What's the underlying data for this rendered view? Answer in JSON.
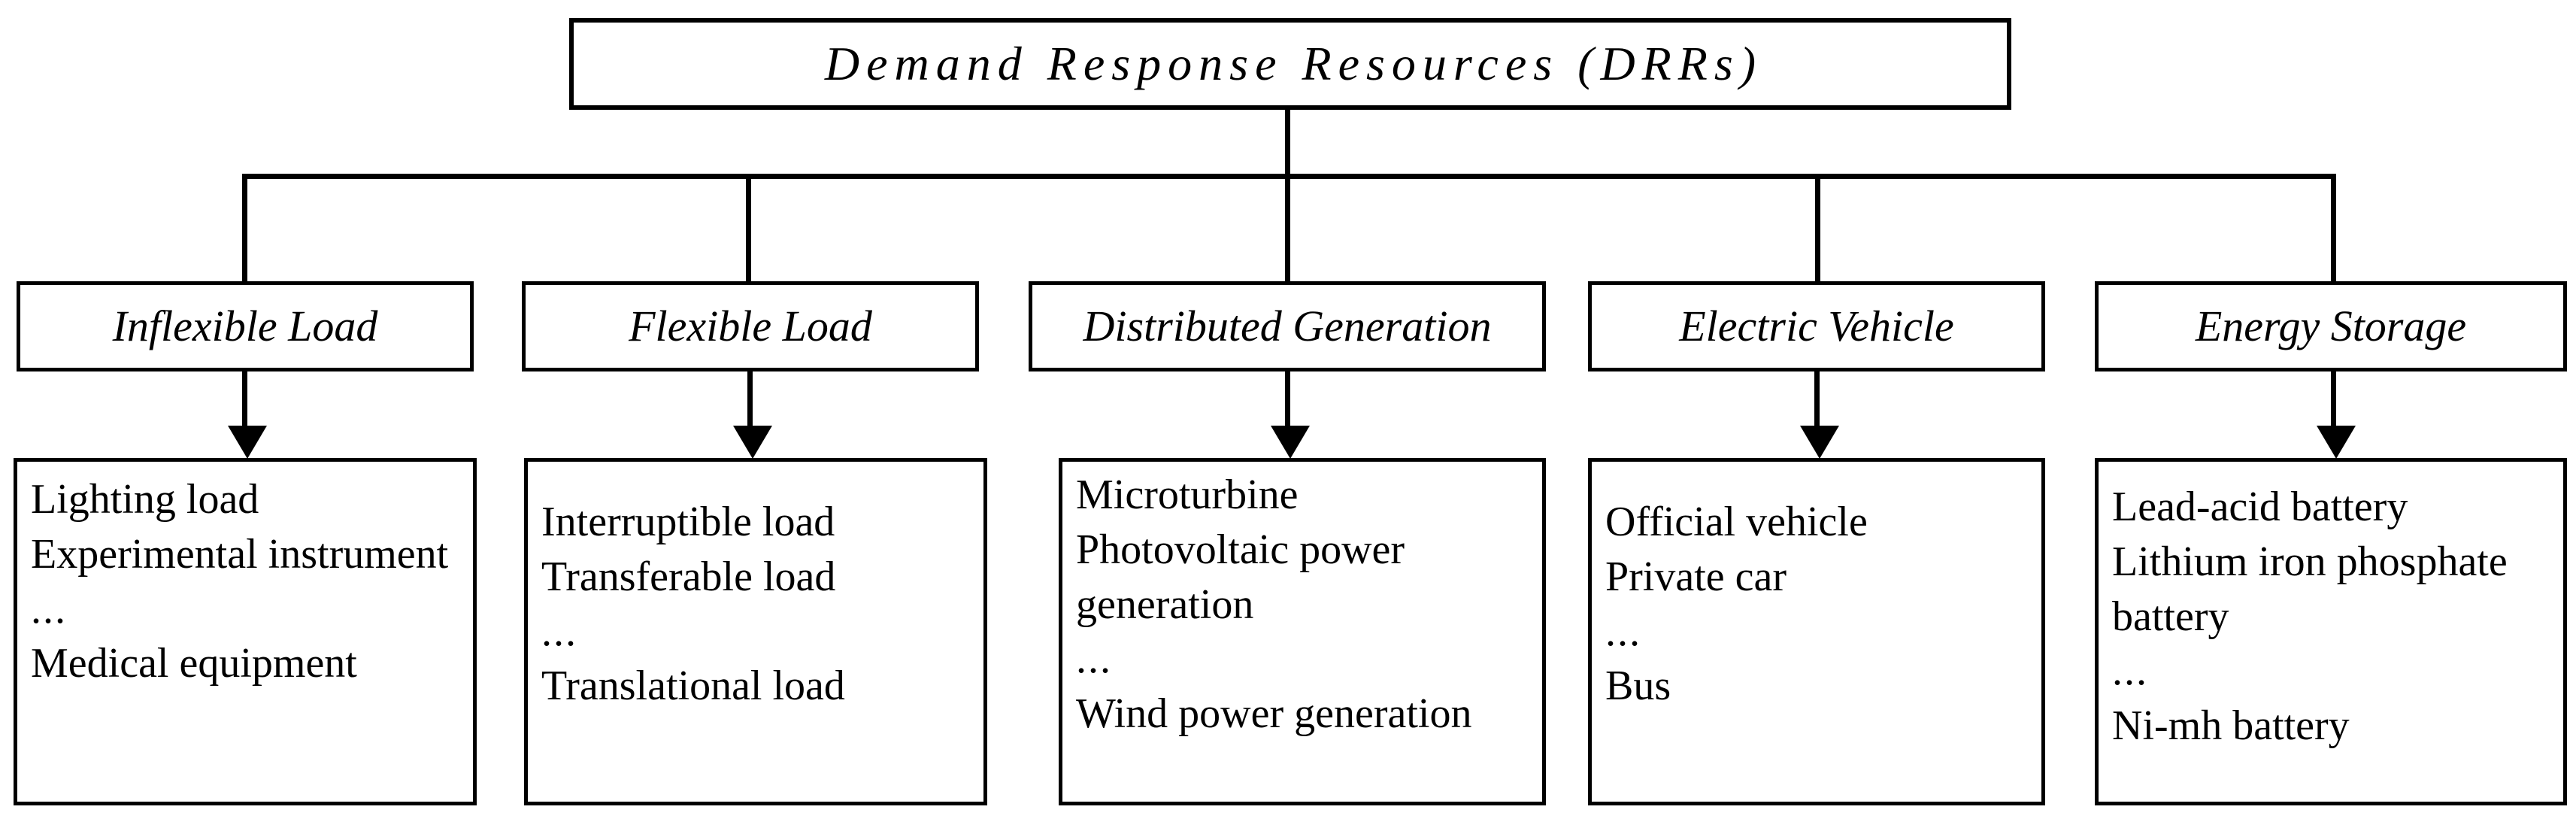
{
  "diagram": {
    "title": "Demand Response Resources (DRRs)",
    "root": {
      "label": "Demand Response Resources (DRRs)"
    },
    "categories": [
      {
        "label": "Inflexible Load"
      },
      {
        "label": "Flexible Load"
      },
      {
        "label": "Distributed Generation"
      },
      {
        "label": "Electric Vehicle"
      },
      {
        "label": "Energy Storage"
      }
    ],
    "details": [
      {
        "items": [
          "Lighting load",
          "Experimental instrument",
          "...",
          "Medical equipment"
        ]
      },
      {
        "items": [
          "Interruptible load",
          "Transferable load",
          "...",
          "Translational load"
        ]
      },
      {
        "items": [
          "Microturbine",
          "Photovoltaic power generation",
          "...",
          "Wind power generation"
        ]
      },
      {
        "items": [
          "Official vehicle",
          "Private car",
          "...",
          "Bus"
        ]
      },
      {
        "items": [
          "Lead-acid battery",
          "Lithium iron phosphate battery",
          "...",
          "Ni-mh battery"
        ]
      }
    ],
    "colors": {
      "line": "#000000",
      "box_fill": "#ffffff",
      "text": "#000000"
    }
  }
}
